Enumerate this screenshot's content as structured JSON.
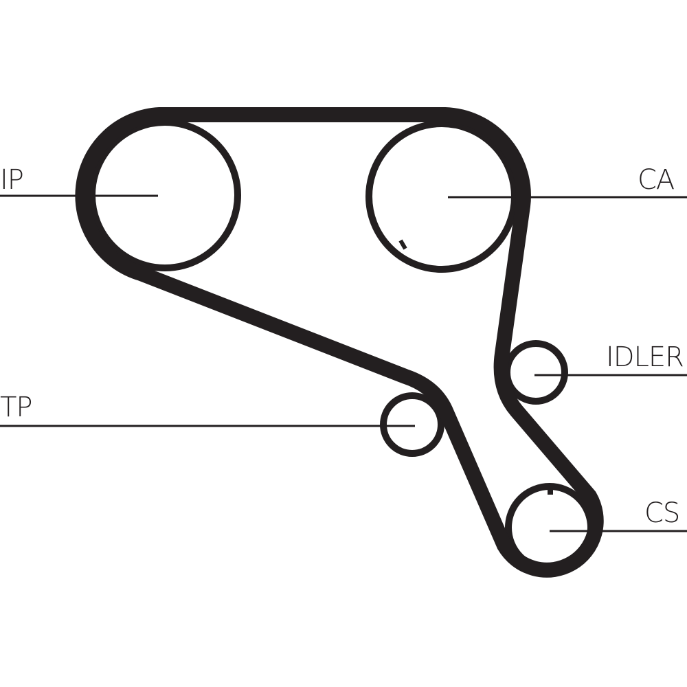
{
  "diagram": {
    "type": "timing-belt-routing",
    "colors": {
      "line": "#231f20",
      "background": "#ffffff"
    },
    "labels": {
      "ip": "IP",
      "ca": "CA",
      "idler": "IDLER",
      "tp": "TP",
      "cs": "CS"
    }
  }
}
